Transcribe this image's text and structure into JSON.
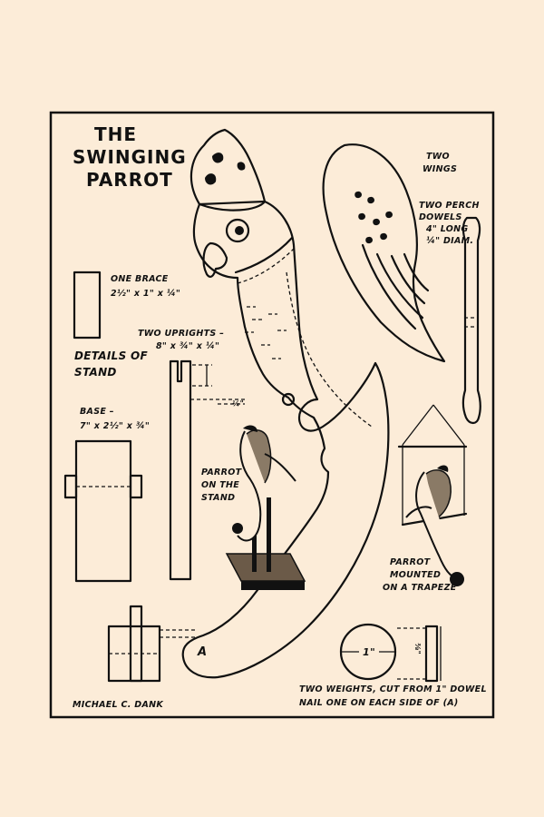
{
  "title": {
    "line1": "THE",
    "line2": "SWINGING",
    "line3": "PARROT"
  },
  "labels": {
    "brace": {
      "line1": "ONE BRACE",
      "line2": "2½\" x 1\" x ¼\""
    },
    "uprights": {
      "line1": "TWO UPRIGHTS –",
      "line2": "8\" x ¾\" x ¼\""
    },
    "details": {
      "line1": "DETAILS OF",
      "line2": "STAND"
    },
    "base": {
      "line1": "BASE –",
      "line2": "7\" x 2½\" x ¾\""
    },
    "quarter": "¼\"",
    "wings": {
      "line1": "TWO",
      "line2": "WINGS"
    },
    "dowels": {
      "line1": "TWO PERCH",
      "line2": "DOWELS",
      "line3": "4\" LONG",
      "line4": "¼\" DIAM."
    },
    "parrot_stand": {
      "line1": "PARROT",
      "line2": "ON THE",
      "line3": "STAND"
    },
    "trapeze": {
      "line1": "PARROT",
      "line2": "MOUNTED",
      "line3": "ON A TRAPEZE"
    },
    "point_a": "A",
    "dia_1in": "1\"",
    "thickness": "⅜\"",
    "weights": {
      "line1": "TWO WEIGHTS, CUT FROM 1\" DOWEL",
      "line2": "NAIL ONE ON EACH SIDE OF (A)"
    },
    "signature": "MICHAEL  C. DANK"
  },
  "colors": {
    "paper": "#fcecd8",
    "ink": "#111111"
  }
}
